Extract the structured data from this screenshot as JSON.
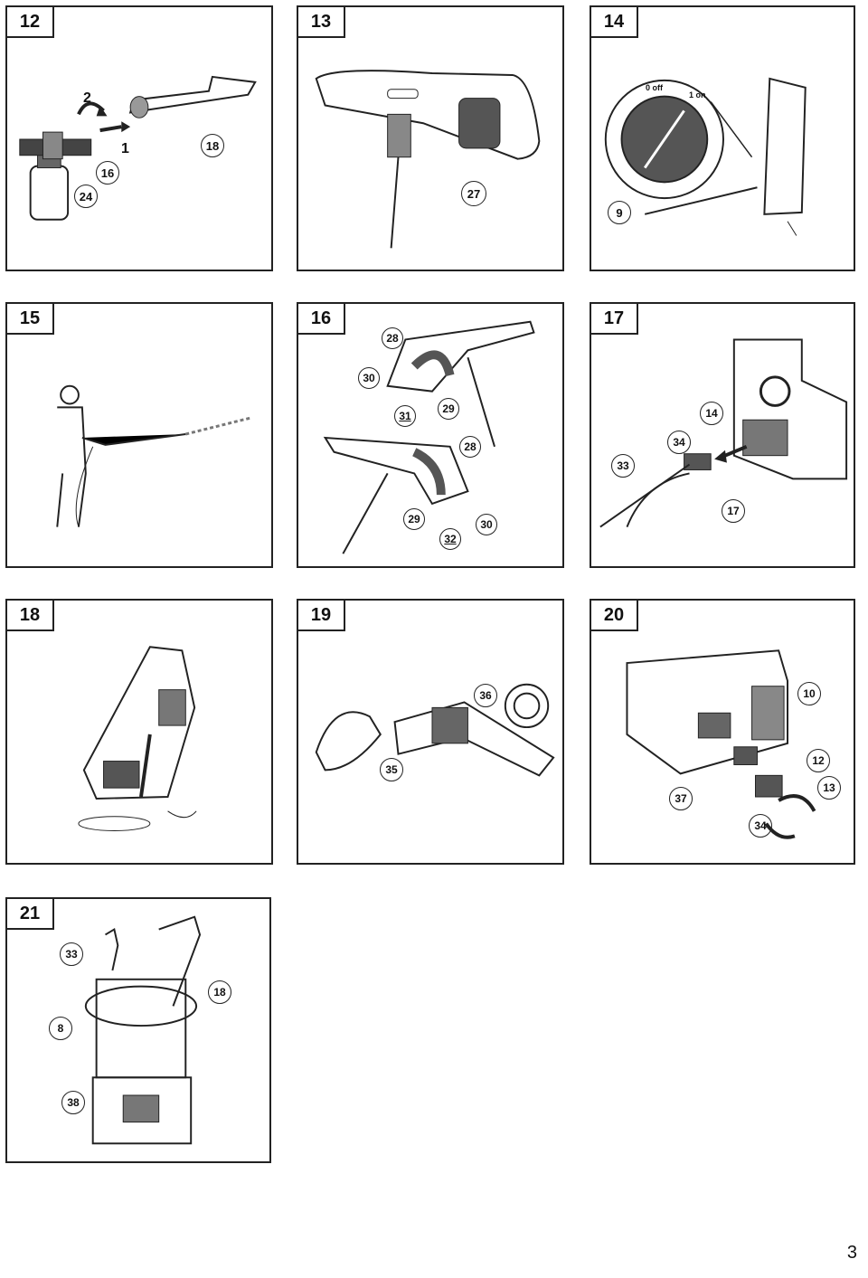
{
  "page_number": "3",
  "figures": {
    "f12": {
      "number": "12",
      "callouts": [
        "18",
        "16",
        "24"
      ],
      "steps": [
        "1",
        "2"
      ]
    },
    "f13": {
      "number": "13",
      "callouts": [
        "27"
      ]
    },
    "f14": {
      "number": "14",
      "callouts": [
        "9"
      ],
      "dial_labels": [
        "0 off",
        "1 on"
      ]
    },
    "f15": {
      "number": "15"
    },
    "f16": {
      "number": "16",
      "callouts": [
        "28",
        "30",
        "29",
        "31",
        "28",
        "29",
        "32",
        "30"
      ]
    },
    "f17": {
      "number": "17",
      "callouts": [
        "14",
        "34",
        "33",
        "17"
      ]
    },
    "f18": {
      "number": "18"
    },
    "f19": {
      "number": "19",
      "callouts": [
        "36",
        "35"
      ]
    },
    "f20": {
      "number": "20",
      "callouts": [
        "10",
        "12",
        "13",
        "37",
        "34"
      ]
    },
    "f21": {
      "number": "21",
      "callouts": [
        "33",
        "18",
        "8",
        "38"
      ]
    }
  }
}
